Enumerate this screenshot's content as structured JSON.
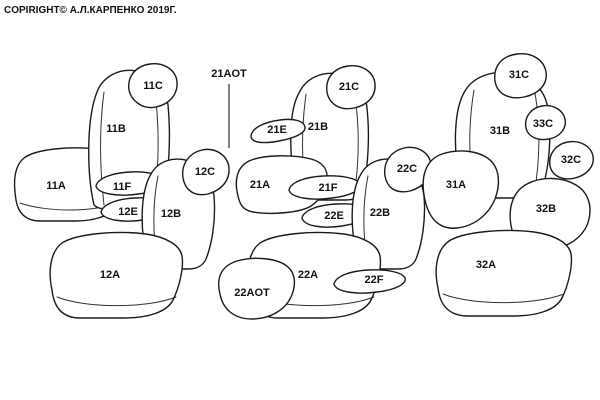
{
  "copyright": "COPIRIGHT© А.Л.КАРПЕНКО 2019Г.",
  "colors": {
    "ink": "#1a1a1a",
    "paper": "#ffffff"
  },
  "diagram": {
    "description": "car seat cover pattern layout, three seat groups, hand-drawn line art",
    "labels": {
      "l11a": "11A",
      "l11b": "11B",
      "l11c": "11C",
      "l11f": "11F",
      "l12a": "12A",
      "l12b": "12B",
      "l12c": "12C",
      "l12e": "12E",
      "l21a": "21A",
      "l21aot": "21AOT",
      "l21b": "21B",
      "l21c": "21C",
      "l21e": "21E",
      "l21f": "21F",
      "l22a": "22A",
      "l22aot": "22AOT",
      "l22b": "22B",
      "l22c": "22C",
      "l22e": "22E",
      "l22f": "22F",
      "l31a": "31A",
      "l31b": "31B",
      "l31c": "31C",
      "l33c": "33C",
      "l32a": "32A",
      "l32b": "32B",
      "l32c": "32C"
    }
  }
}
